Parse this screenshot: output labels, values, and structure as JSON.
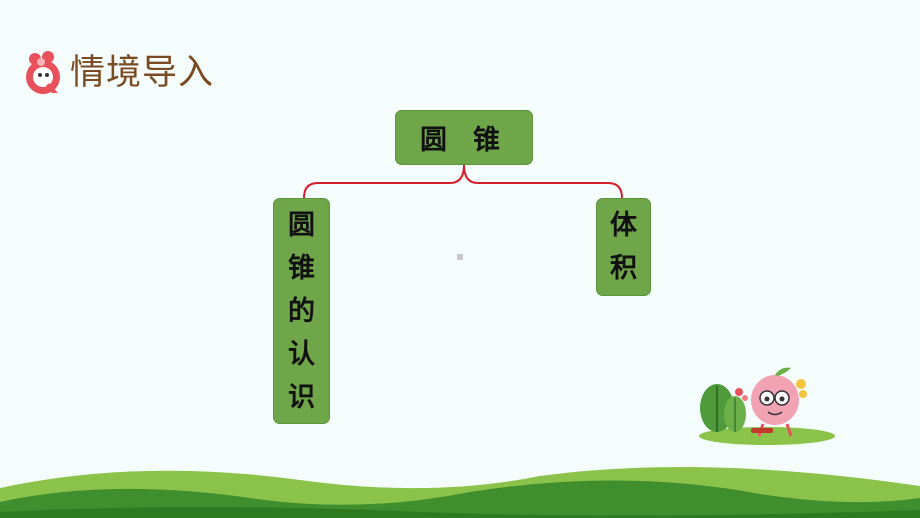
{
  "header": {
    "title": "情境导入",
    "icon": "q-mascot-icon"
  },
  "mindmap": {
    "root": "圆锥",
    "root_chars": [
      "圆",
      "锥"
    ],
    "branches": [
      {
        "label": "圆锥的认识",
        "chars": [
          "圆",
          "锥",
          "的",
          "认",
          "识"
        ]
      },
      {
        "label": "体积",
        "chars": [
          "体",
          "积"
        ]
      }
    ]
  },
  "colors": {
    "background": "#f4fdfb",
    "box_fill": "#6fa64a",
    "connector": "#d21f2b",
    "title_text": "#7a4a22",
    "grass_dark": "#3f8f2e",
    "grass_light": "#8bc34a"
  },
  "decorations": {
    "mascot": "peach-mascot-illustration",
    "ground": "green-hills"
  }
}
